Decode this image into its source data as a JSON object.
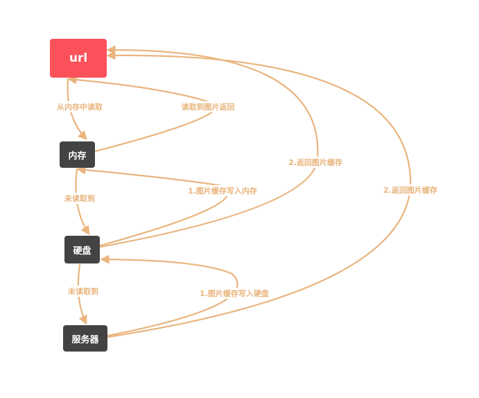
{
  "colors": {
    "edge": "#E9B47D",
    "url_node": "#FA515A",
    "dark_node": "#434343",
    "node_text": "#FFFFFF",
    "label_bg": "#FFFFFF"
  },
  "nodes": {
    "url": "url",
    "memory": "内存",
    "disk": "硬盘",
    "server": "服务器"
  },
  "edges": {
    "read_from_memory": "从内存中读取",
    "read_image_return": "读取到图片返回",
    "memory_miss": "未读取到",
    "disk_write_memory": "1.图片缓存写入内存",
    "disk_return_cache": "2.返回图片缓存",
    "disk_miss": "未读取到",
    "server_write_disk": "1.图片缓存写入硬盘",
    "server_return_cache": "2.返回图片缓存"
  }
}
